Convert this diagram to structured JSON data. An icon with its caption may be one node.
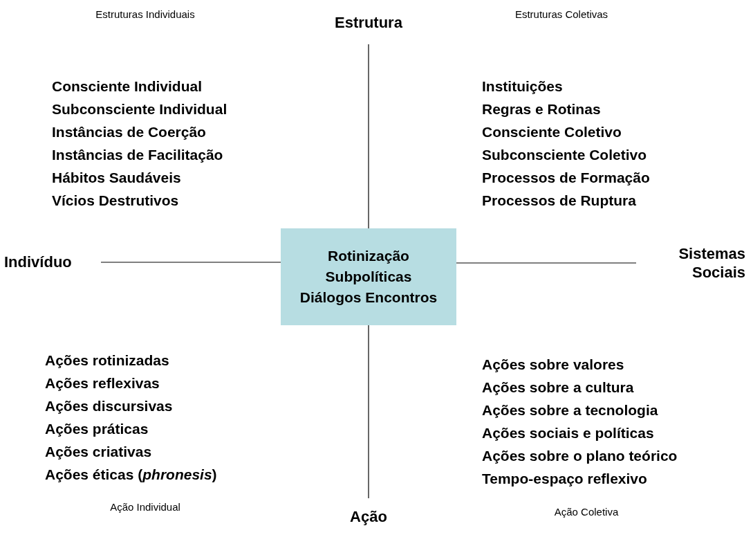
{
  "diagram": {
    "nodes": [
      {
        "text": [
          "Estrutura"
        ]
      },
      {
        "text": [
          "Ação"
        ]
      },
      {
        "text": [
          "Indivíduo"
        ]
      },
      {
        "text": [
          "Sistemas Sociais"
        ]
      },
      {
        "text": [
          "Rotinização Subpolíticas Diálogos Encontros"
        ]
      }
    ],
    "edges": [
      {
        "from": 0,
        "to": 4,
        "arrow": "none"
      },
      {
        "from": 4,
        "to": 1,
        "arrow": "none"
      },
      {
        "from": 2,
        "to": 4,
        "arrow": "none"
      },
      {
        "from": 4,
        "to": 3,
        "arrow": "none"
      }
    ],
    "labels": [
      "Estruturas Individuais",
      "Estruturas Coletivas",
      "Consciente Individual",
      "Subconsciente Individual",
      "Instâncias de Coerção",
      "Instâncias de Facilitação",
      "Hábitos Saudáveis",
      "Vícios Destrutivos",
      "Instituições",
      "Regras e Rotinas",
      "Consciente Coletivo",
      "Subconsciente Coletivo",
      "Processos de Formação",
      "Processos de Ruptura",
      "Ações rotinizadas",
      "Ações reflexivas",
      "Ações discursivas",
      "Ações práticas",
      "Ações criativas",
      "Ações éticas (*phronesis*)",
      "Ações sobre valores",
      "Ações sobre a cultura",
      "Ações sobre a tecnologia",
      "Ações sociais e políticas",
      "Ações sobre o plano teórico",
      "Tempo-espaço reflexivo",
      "Ação Individual",
      "Ação Coletiva"
    ]
  }
}
